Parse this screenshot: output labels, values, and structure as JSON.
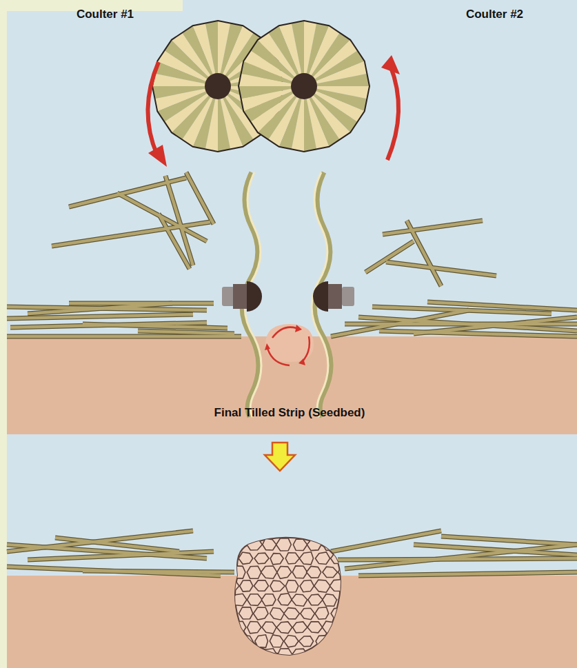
{
  "diagram": {
    "labels": [
      "Coulter #1",
      "Coulter #2",
      "Final Tilled Strip (Seedbed)"
    ]
  }
}
